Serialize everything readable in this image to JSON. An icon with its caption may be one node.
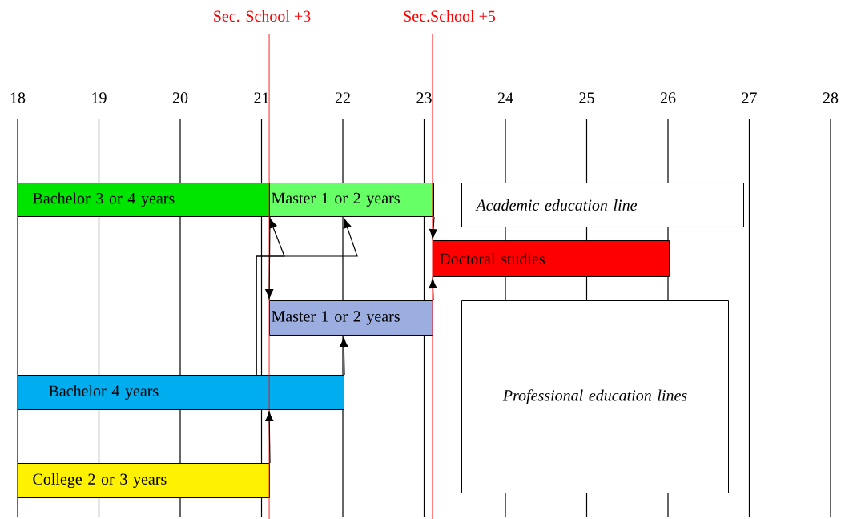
{
  "diagram": {
    "nodes": [
      {
        "text": [
          "Bachelor  3 or 4 years"
        ]
      },
      {
        "text": [
          "Master 1 or 2 years"
        ]
      },
      {
        "text": [
          "Academic education line"
        ]
      },
      {
        "text": [
          "Doctoral studies"
        ]
      },
      {
        "text": [
          "Master 1 or 2 years"
        ]
      },
      {
        "text": [
          "Professional education lines"
        ]
      },
      {
        "text": [
          "Bachelor 4 years"
        ]
      },
      {
        "text": [
          "College 2 or 3 years"
        ]
      }
    ],
    "edges": [
      {
        "from": 0,
        "to": 4,
        "arrow": "to"
      },
      {
        "from": 6,
        "to": 1,
        "arrow": "to"
      },
      {
        "from": 6,
        "to": 1,
        "arrow": "to"
      },
      {
        "from": 6,
        "to": 4,
        "arrow": "to"
      },
      {
        "from": 7,
        "to": 6,
        "arrow": "to"
      },
      {
        "from": 1,
        "to": 3,
        "arrow": "to"
      },
      {
        "from": 4,
        "to": 3,
        "arrow": "to"
      }
    ],
    "labels": [
      "Sec. School +3",
      "Sec.School +5",
      "18",
      "19",
      "20",
      "21",
      "22",
      "23",
      "24",
      "25",
      "26",
      "27",
      "28"
    ]
  }
}
